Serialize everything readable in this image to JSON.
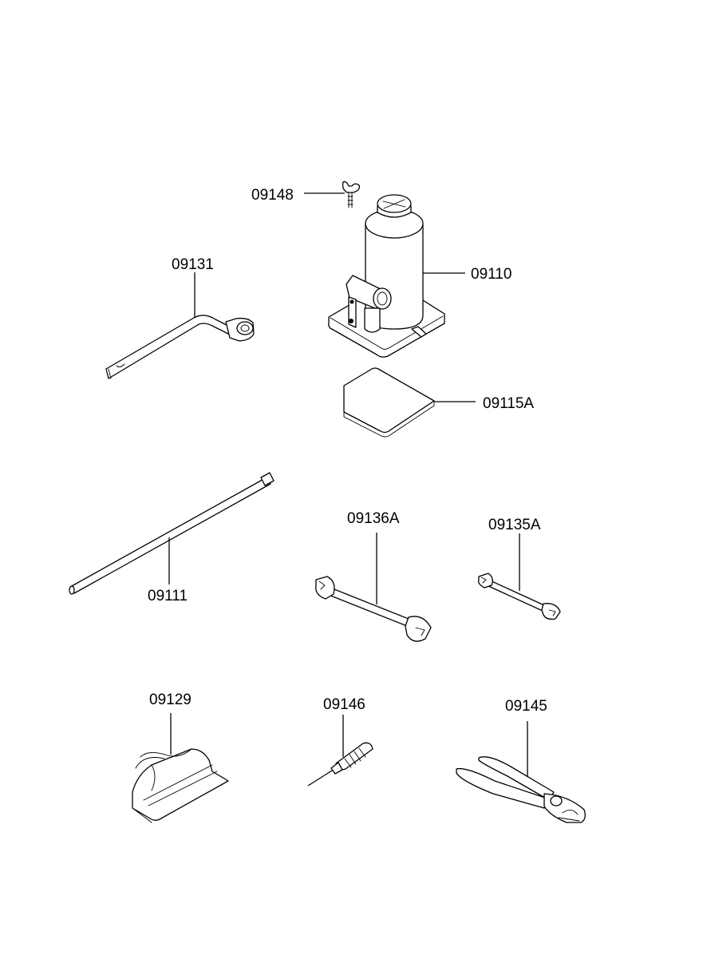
{
  "parts": [
    {
      "id": "bolt",
      "label": "09148"
    },
    {
      "id": "wheel-wrench",
      "label": "09131"
    },
    {
      "id": "jack",
      "label": "09110"
    },
    {
      "id": "jack-pad",
      "label": "09115A"
    },
    {
      "id": "jack-handle",
      "label": "09111"
    },
    {
      "id": "wrench-large",
      "label": "09136A"
    },
    {
      "id": "wrench-small",
      "label": "09135A"
    },
    {
      "id": "tool-bag",
      "label": "09129"
    },
    {
      "id": "screwdriver",
      "label": "09146"
    },
    {
      "id": "pliers",
      "label": "09145"
    }
  ]
}
